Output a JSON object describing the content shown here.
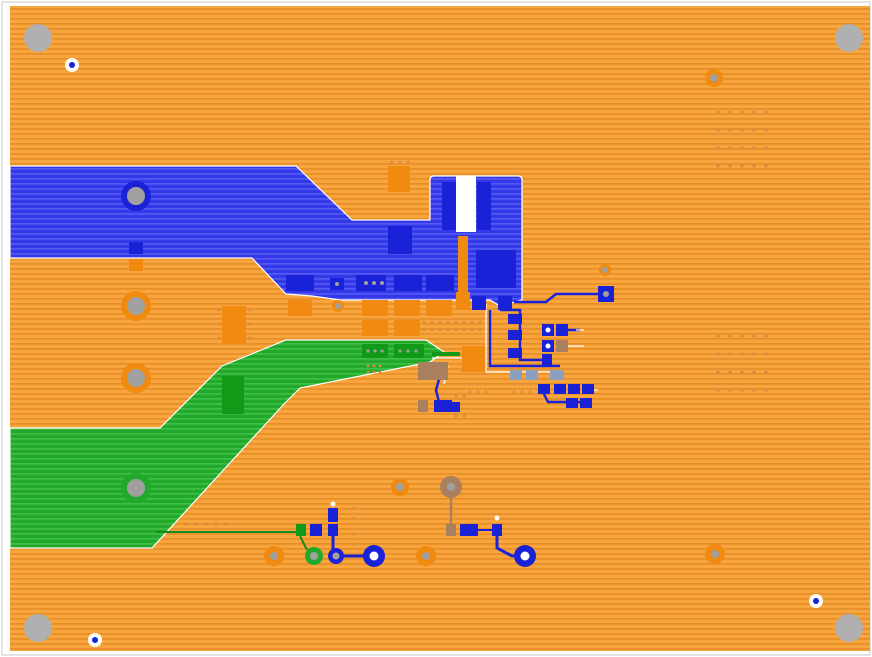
{
  "view": {
    "kind": "pcb-layout-render",
    "layers_visible": [
      "copper-top-pour",
      "power-net-blue",
      "power-net-green",
      "mounting-holes",
      "vias",
      "smd-pads"
    ]
  },
  "colors": {
    "background": "#ffffff",
    "board_outline": "#c8c8c8",
    "copper_pour": "#f7a53c",
    "copper_stripe": "#e8902a",
    "net_blue": "#2e32e6",
    "net_blue_stripe": "#4a50f0",
    "net_green": "#25a82a",
    "net_green_stripe": "#3cc040",
    "pad_orange": "#f08a10",
    "pad_blue": "#1a22d8",
    "pad_tan": "#a88060",
    "mount_hole": "#b0b0b0",
    "via_white": "#ffffff",
    "via_blue": "#1a22d8",
    "trace_gray": "#8a9ab0"
  },
  "icons": {
    "mounting_hole": "gray-circle-icon",
    "via": "via-icon",
    "pad": "smd-pad-icon"
  }
}
